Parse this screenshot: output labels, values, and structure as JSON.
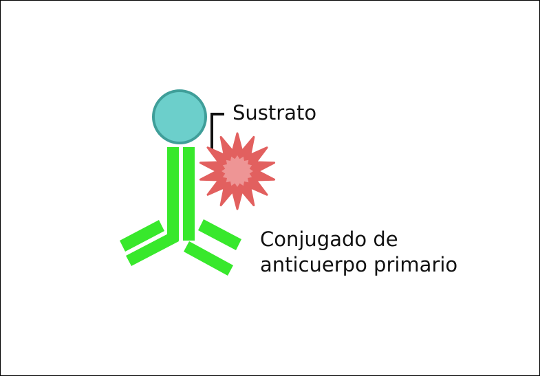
{
  "labels": {
    "substrate": "Sustrato",
    "conjugate_line1": "Conjugado de",
    "conjugate_line2": "anticuerpo primario"
  },
  "colors": {
    "antibody": "#38e82c",
    "enzyme_circle_fill": "#6ccfcb",
    "enzyme_circle_stroke": "#3f9e99",
    "substrate_outer": "#e2605f",
    "substrate_inner": "#ee9595",
    "leader_line": "#111111",
    "text": "#111111",
    "border": "#000000"
  },
  "icons": {
    "enzyme": "enzyme-circle-icon",
    "substrate": "substrate-starburst-icon",
    "antibody": "antibody-y-icon"
  }
}
